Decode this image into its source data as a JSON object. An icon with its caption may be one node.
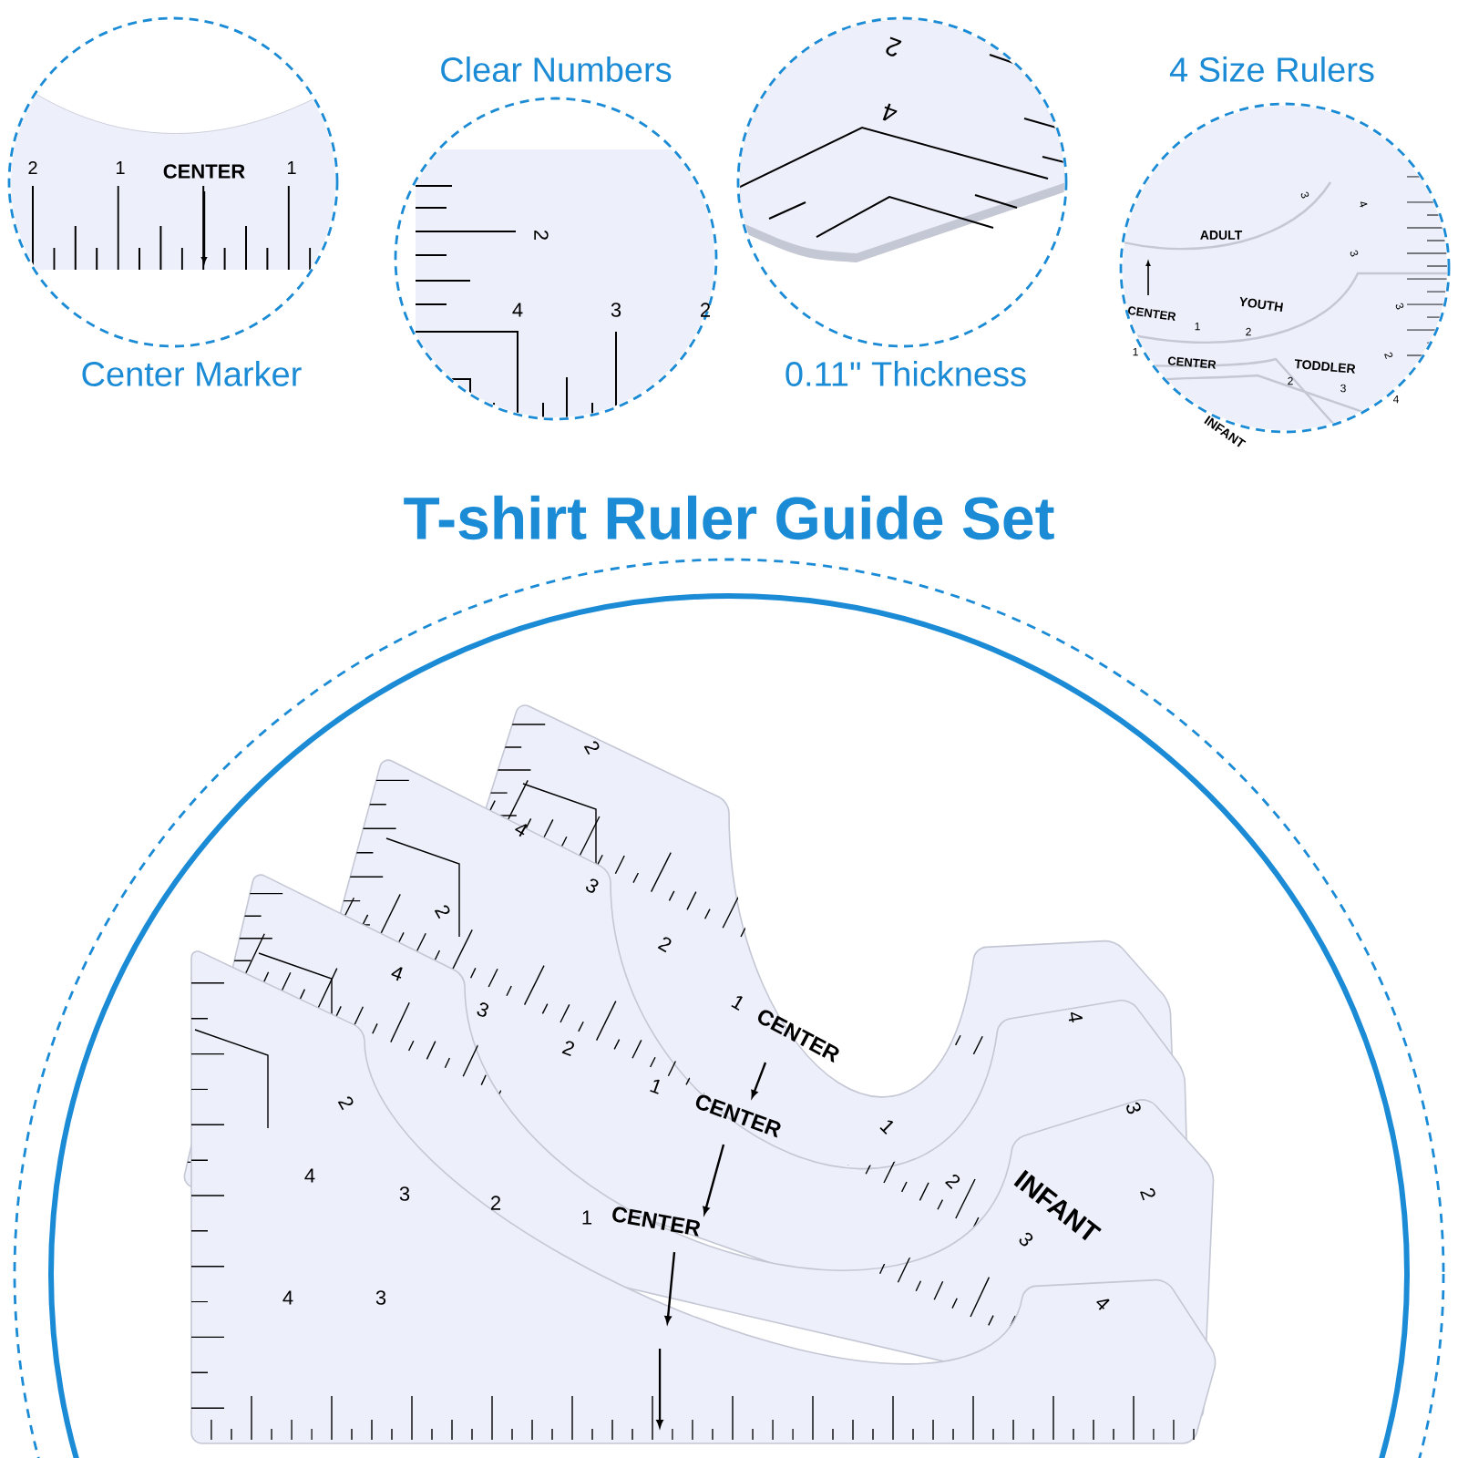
{
  "diagram": {
    "title": "T-shirt Ruler Guide Set",
    "nodes": [
      {
        "text": [
          "Center Marker"
        ]
      },
      {
        "text": [
          "Clear Numbers"
        ]
      },
      {
        "text": [
          "0.11\" Thickness"
        ]
      },
      {
        "text": [
          "4 Size Rulers"
        ]
      },
      {
        "text": [],
        "shape": "circle"
      }
    ],
    "labels": [
      "2",
      "1",
      "CENTER",
      "1",
      "2",
      "4",
      "3",
      "2",
      "2",
      "4",
      "3",
      "4",
      "ADULT",
      "3",
      "YOUTH",
      "3",
      "CENTER",
      "1",
      "2",
      "1",
      "CENTER",
      "TODDLER",
      "2",
      "2",
      "3",
      "4",
      "INFANT",
      "2",
      "4",
      "3",
      "2",
      "1",
      "CENTER",
      "4",
      "2",
      "4",
      "3",
      "2",
      "1",
      "CENTER",
      "1",
      "3",
      "INFANT",
      "2",
      "2",
      "3",
      "2",
      "4",
      "3",
      "2",
      "1",
      "CENTER",
      "4",
      "4",
      "3"
    ]
  }
}
